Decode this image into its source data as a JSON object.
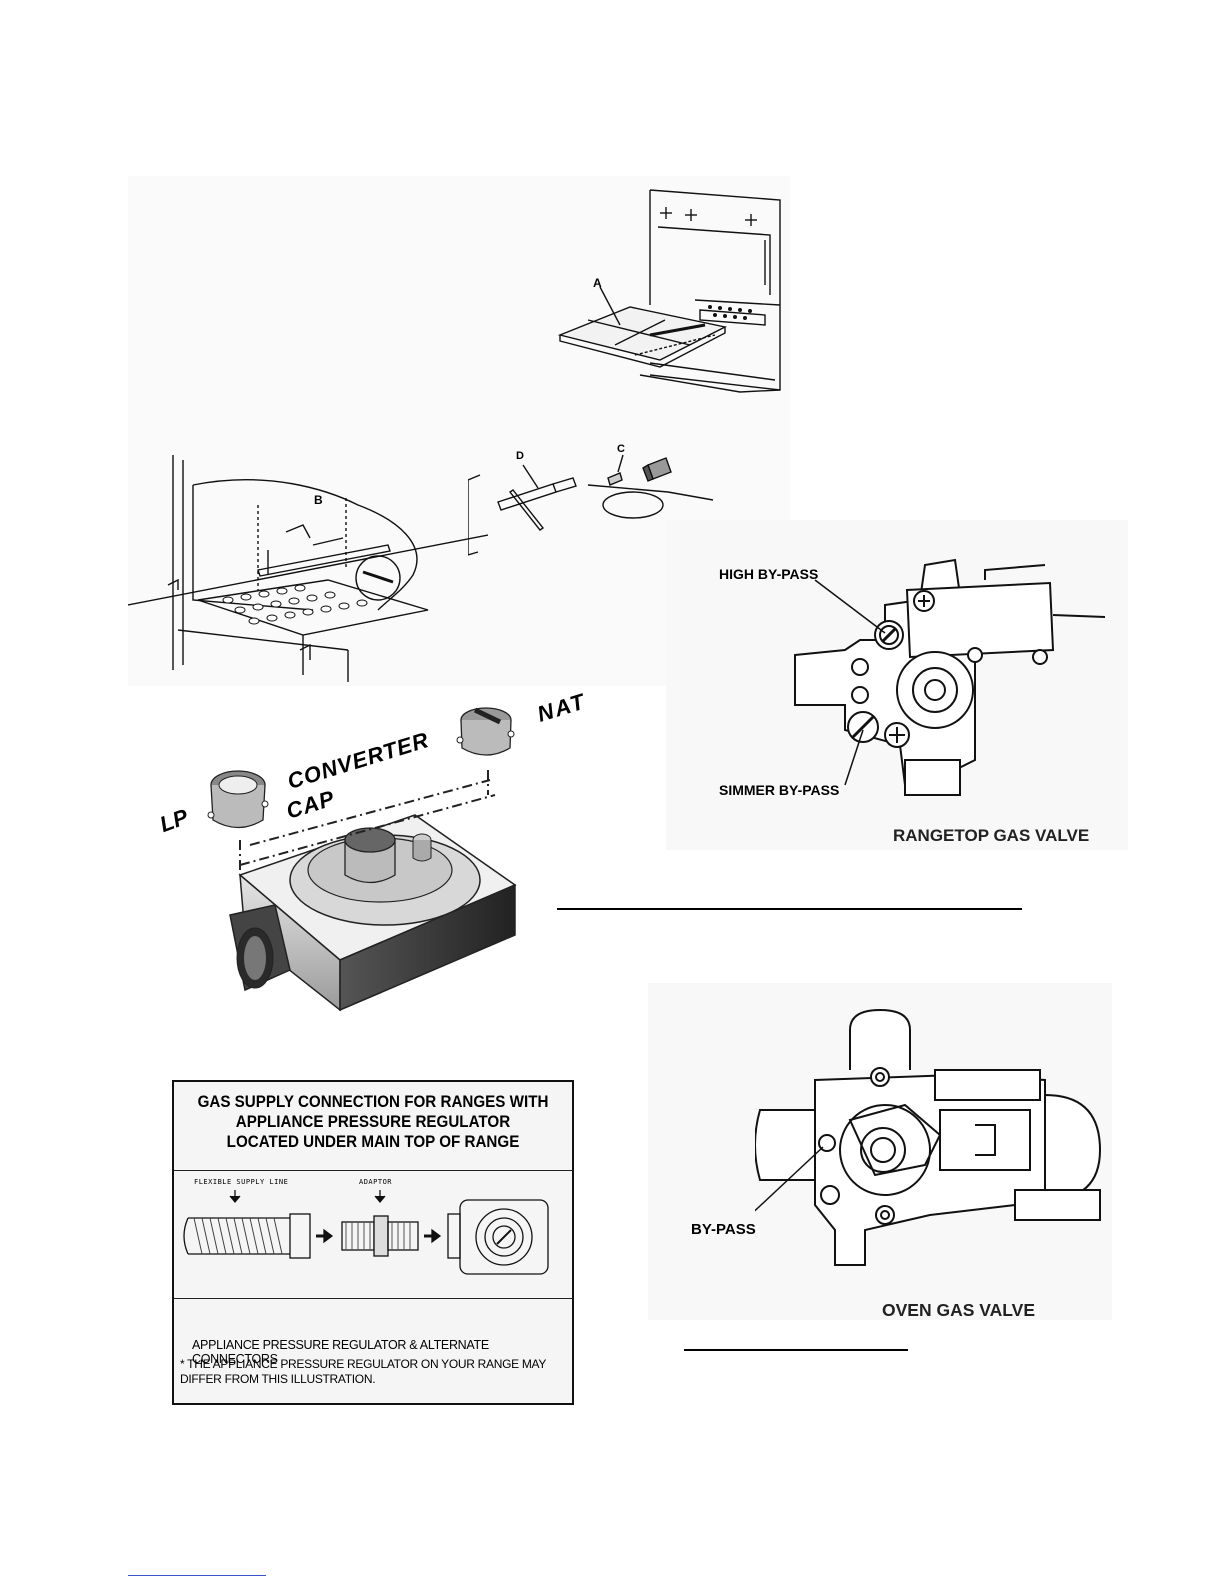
{
  "oven_figure": {
    "label_a": "A",
    "label_b": "B",
    "label_c": "C",
    "label_d": "D"
  },
  "regulator_figure": {
    "label_lp": "LP",
    "label_converter": "CONVERTER",
    "label_cap": "CAP",
    "label_nat": "NAT"
  },
  "rangetop_valve": {
    "high_bypass": "HIGH BY-PASS",
    "simmer_bypass": "SIMMER BY-PASS",
    "caption": "RANGETOP GAS VALVE"
  },
  "oven_valve": {
    "bypass": "BY-PASS",
    "caption": "OVEN GAS VALVE"
  },
  "notice": {
    "heading_line1": "GAS SUPPLY CONNECTION FOR RANGES WITH",
    "heading_line2": "APPLIANCE PRESSURE REGULATOR",
    "heading_line3": "LOCATED UNDER MAIN TOP OF RANGE",
    "flexible_label": "FLEXIBLE SUPPLY LINE",
    "adaptor_label": "ADAPTOR",
    "footer_title": "APPLIANCE PRESSURE REGULATOR & ALTERNATE CONNECTORS",
    "footer_note": "* THE APPLIANCE PRESSURE REGULATOR ON YOUR RANGE MAY DIFFER FROM THIS ILLUSTRATION."
  }
}
